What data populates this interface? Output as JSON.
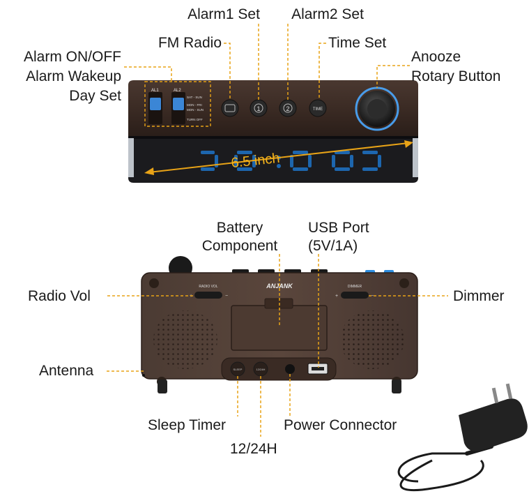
{
  "labels": {
    "alarm1_set": "Alarm1 Set",
    "alarm2_set": "Alarm2 Set",
    "fm_radio": "FM Radio",
    "time_set": "Time Set",
    "alarm_onoff_line1": "Alarm ON/OFF",
    "alarm_onoff_line2": "Alarm Wakeup",
    "alarm_onoff_line3": "Day Set",
    "anooze_line1": "Anooze",
    "anooze_line2": "Rotary Button",
    "size": "6.5 inch",
    "battery_line1": "Battery",
    "battery_line2": "Component",
    "usb_line1": "USB Port",
    "usb_line2": "(5V/1A)",
    "radio_vol": "Radio Vol",
    "dimmer": "Dimmer",
    "antenna": "Antenna",
    "sleep_timer": "Sleep Timer",
    "power_connector": "Power Connector",
    "h1224": "12/24H"
  },
  "device_text": {
    "al1": "AL1",
    "al2": "AL2",
    "day_opt1": "SAT - SUN",
    "day_opt2": "MON - FRI",
    "day_opt3": "MON - SUN",
    "day_opt4": "TURN OFF",
    "btn_time": "TIME",
    "btn_1": "1",
    "btn_2": "2",
    "brand": "ANJANK",
    "radio_vol_panel": "RADIO VOL",
    "dimmer_panel": "DIMMER",
    "sleep_btn": "SLEEP",
    "h1224_btn": "12/24H",
    "plus": "+",
    "minus": "−"
  },
  "colors": {
    "accent_leader": "#e8a317",
    "display_blue": "#3aa4ff",
    "wood_dark": "#3a2a22"
  }
}
